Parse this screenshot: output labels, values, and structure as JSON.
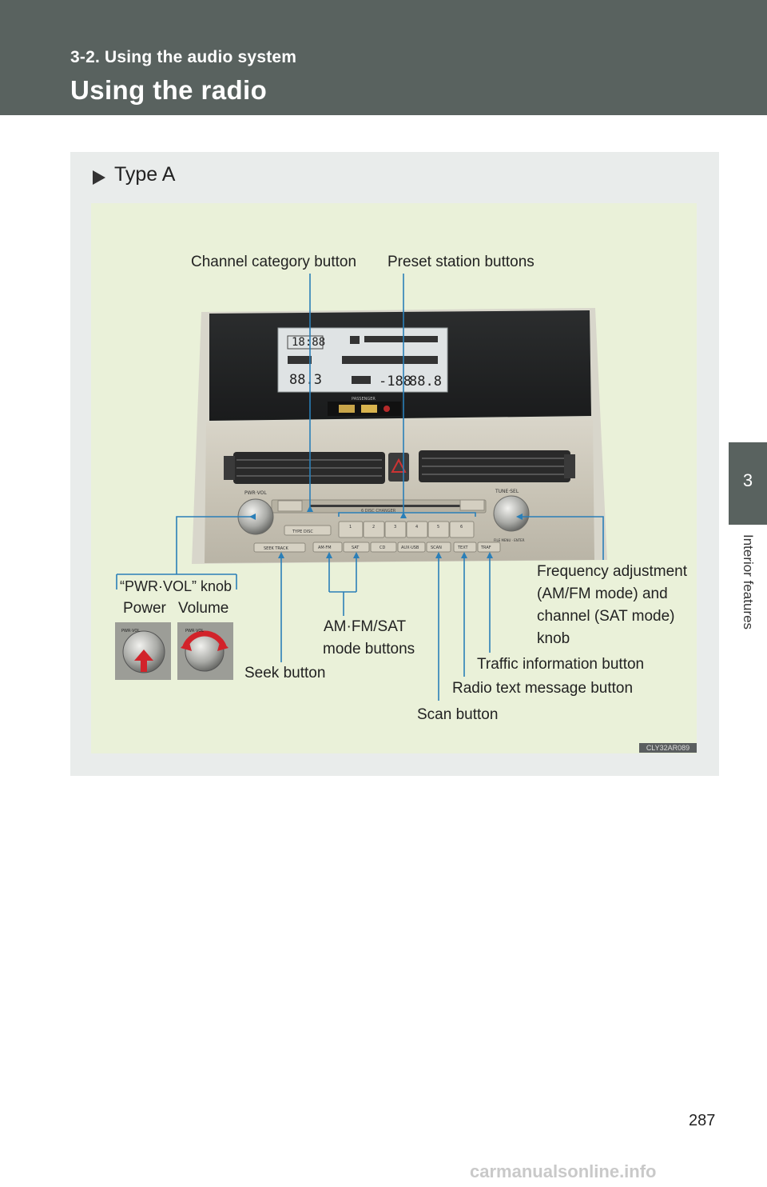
{
  "header": {
    "section": "3-2. Using the audio system",
    "title": "Using the radio"
  },
  "side_tab": {
    "number": "3",
    "label": "Interior features"
  },
  "panel": {
    "type_label": "Type A",
    "figure_code": "CLY32AR089"
  },
  "display": {
    "clock": "18:88",
    "temp_left": "88.3",
    "outside": "-188",
    "temp_right": "88.8",
    "passenger": "PASSENGER"
  },
  "radio_panel": {
    "pwr_vol": "PWR·VOL",
    "tune_sel": "TUNE·SEL",
    "changer": "6 DISC CHANGER",
    "type_disc": "TYPE  DISC",
    "seek_track": "SEEK TRACK",
    "presets": [
      "1",
      "2",
      "3",
      "4",
      "5",
      "6"
    ],
    "mode_buttons": [
      "AM·FM",
      "SAT",
      "CD",
      "AUX·USB",
      "SCAN",
      "TEXT",
      "TRAF"
    ],
    "file_menu": "FILE MENU · ENTER"
  },
  "callouts": {
    "channel_category": "Channel category button",
    "preset_station": "Preset station buttons",
    "pwr_vol_knob": "“PWR·VOL” knob",
    "power": "Power",
    "volume": "Volume",
    "amfmsat_line1": "AM·FM/SAT",
    "amfmsat_line2": "mode buttons",
    "seek": "Seek button",
    "freq_line1": "Frequency adjustment",
    "freq_line2": "(AM/FM mode) and",
    "freq_line3": "channel (SAT mode)",
    "freq_line4": "knob",
    "traffic": "Traffic information button",
    "radio_text": "Radio text message button",
    "scan": "Scan button"
  },
  "colors": {
    "header_bg": "#59625f",
    "panel_bg": "#e9eceb",
    "figure_bg": "#eaf1d9",
    "callout_line": "#2a7fb8"
  },
  "footer": {
    "page_number": "287",
    "watermark": "carmanualsonline.info"
  }
}
